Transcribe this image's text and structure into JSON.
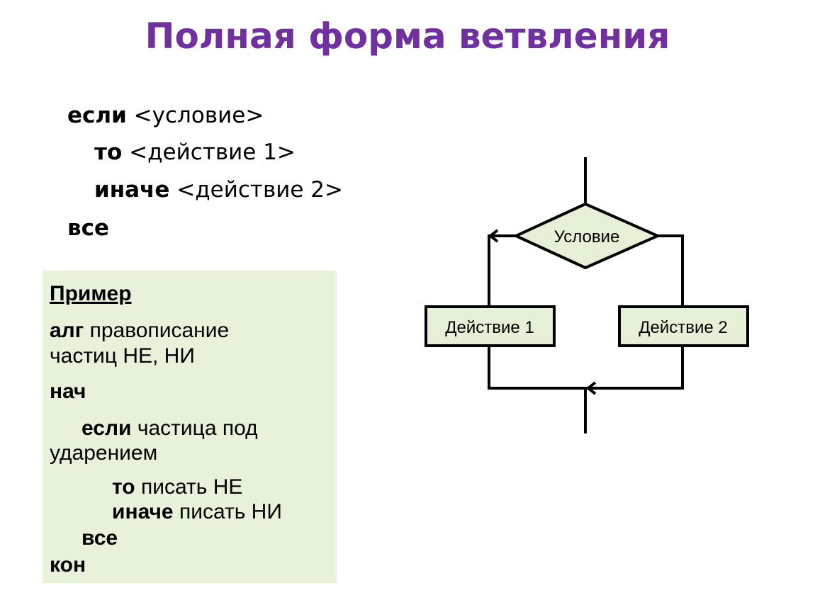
{
  "title": "Полная форма ветвления",
  "syntax": [
    {
      "kw": "если",
      "rest": " <условие>"
    },
    {
      "kw": "то",
      "rest": " <действие 1>"
    },
    {
      "kw": "иначе",
      "rest": " <действие 2>"
    },
    {
      "kw": "все",
      "rest": ""
    }
  ],
  "example": {
    "heading": "Пример",
    "lines": [
      {
        "kw": "алг",
        "rest": " правописание"
      },
      {
        "kw": "",
        "rest": "частиц НЕ, НИ"
      },
      {
        "kw": "нач",
        "rest": ""
      },
      {
        "kw": "если",
        "rest": " частица под"
      },
      {
        "kw": "",
        "rest": "ударением"
      },
      {
        "kw": "то",
        "rest": " писать НЕ"
      },
      {
        "kw": "иначе",
        "rest": " писать НИ"
      },
      {
        "kw": "все",
        "rest": ""
      },
      {
        "kw": "кон",
        "rest": ""
      }
    ]
  },
  "flowchart": {
    "condition": "Условие",
    "action1": "Действие 1",
    "action2": "Действие 2",
    "fill": "#e6f0d6"
  }
}
